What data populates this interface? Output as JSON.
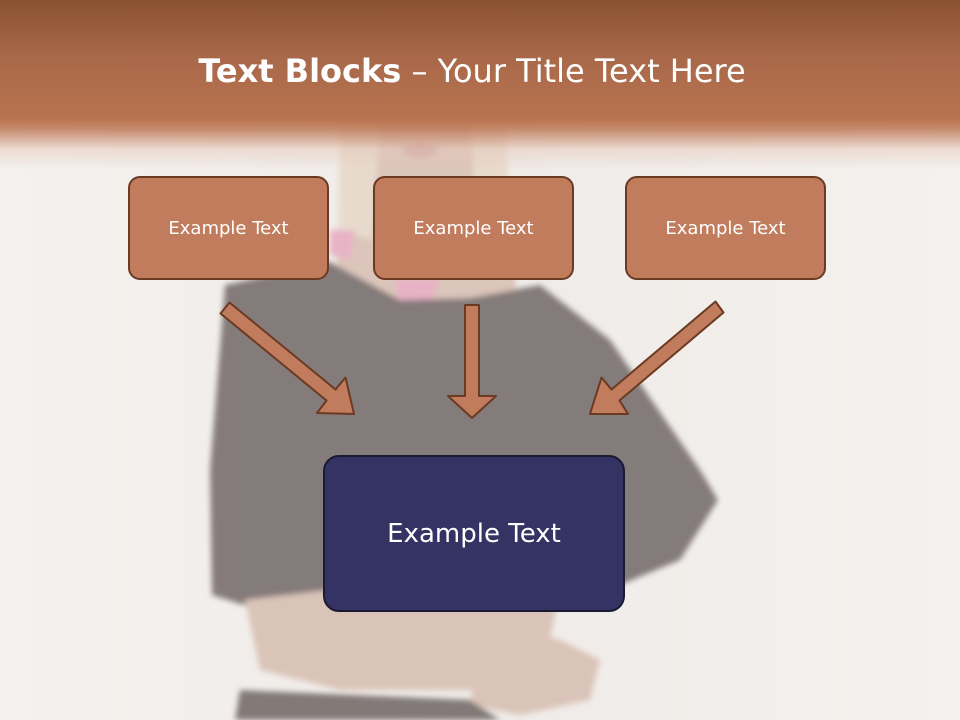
{
  "header": {
    "title_bold": "Text Blocks",
    "title_separator": " – ",
    "title_rest": "Your Title Text Here"
  },
  "blocks": [
    {
      "label": "Example Text"
    },
    {
      "label": "Example Text"
    },
    {
      "label": "Example Text"
    }
  ],
  "target": {
    "label": "Example Text"
  },
  "colors": {
    "header": "#b9734f",
    "block_fill": "#c07c5c",
    "block_border": "#6b3a22",
    "target_fill": "#343363",
    "arrow_fill": "#c07c5c"
  }
}
